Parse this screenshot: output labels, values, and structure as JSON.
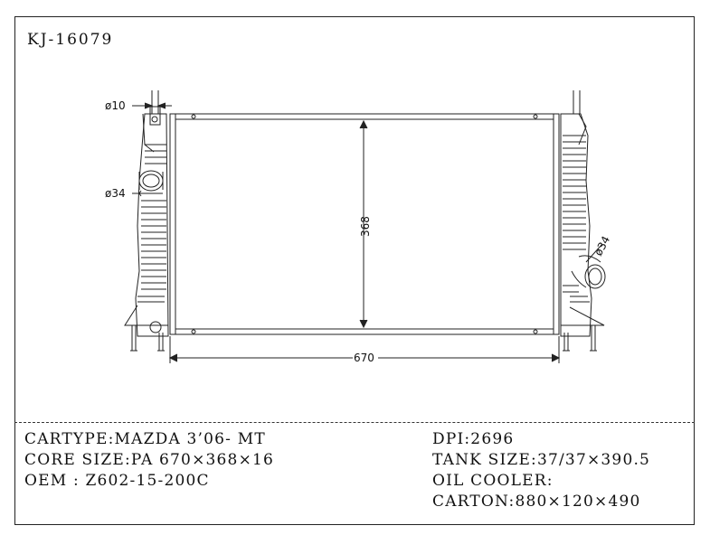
{
  "model_code": "KJ-16079",
  "dimensions": {
    "pipe_small": "ø10",
    "inlet_left": "ø34",
    "outlet_right": "ø34",
    "core_height": "368",
    "core_width": "670"
  },
  "specs": {
    "left": [
      "CARTYPE:MAZDA 3’06- MT",
      "CORE SIZE:PA 670×368×16",
      "OEM : Z602-15-200C"
    ],
    "right": [
      "DPI:2696",
      "TANK SIZE:37/37×390.5",
      "OIL COOLER:",
      "CARTON:880×120×490"
    ]
  }
}
